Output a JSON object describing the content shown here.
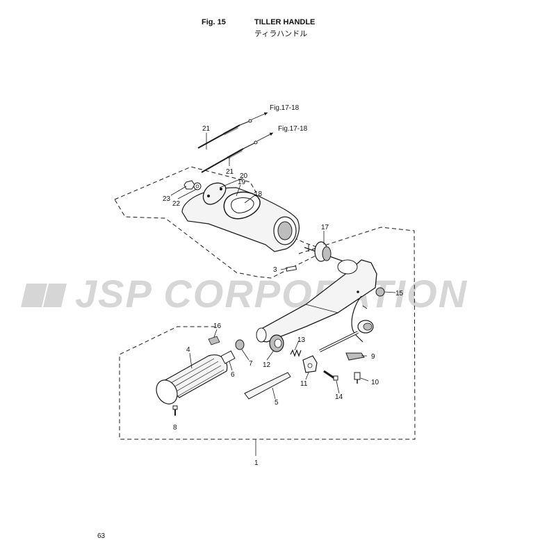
{
  "header": {
    "fig_label": "Fig. 15",
    "title": "TILLER HANDLE",
    "title_jp": "ティラハンドル"
  },
  "watermark": "JSP CORPORATION",
  "page_number": "63",
  "refs": {
    "fig_ref": "Fig.17-18"
  },
  "callouts": {
    "c1": "1",
    "c3": "3",
    "c4": "4",
    "c5": "5",
    "c6": "6",
    "c7": "7",
    "c8": "8",
    "c9": "9",
    "c10": "10",
    "c11": "11",
    "c12": "12",
    "c13": "13",
    "c14": "14",
    "c15": "15",
    "c16": "16",
    "c17": "17",
    "c18": "18",
    "c19": "19",
    "c20": "20",
    "c21a": "21",
    "c21b": "21",
    "c22": "22",
    "c23": "23"
  },
  "colors": {
    "line": "#1a1a1a",
    "watermark": "#d6d6d6",
    "part_fill": "#f4f4f4",
    "shade": "#bdbdbd"
  }
}
